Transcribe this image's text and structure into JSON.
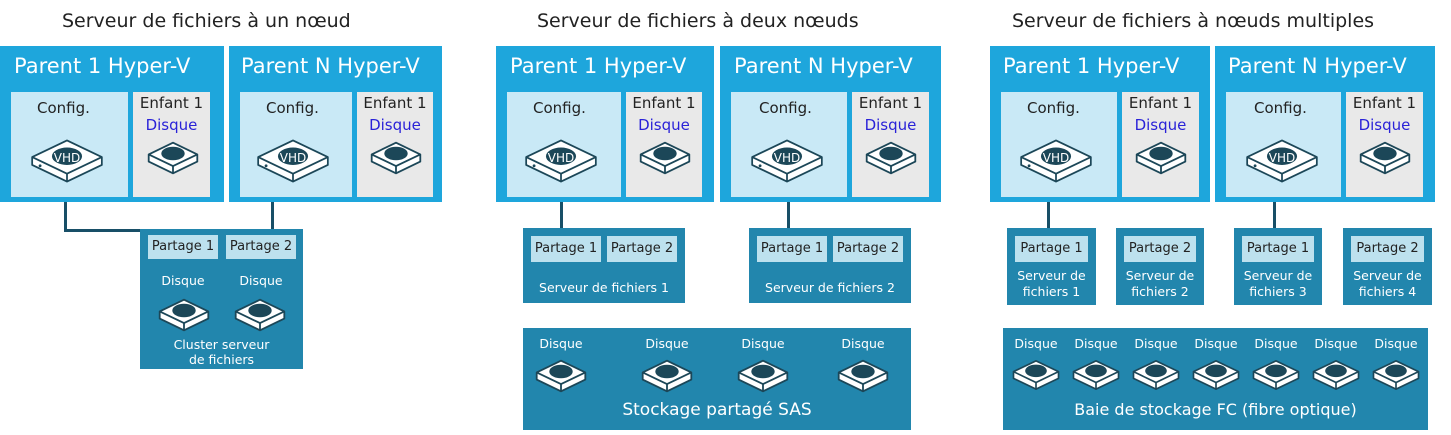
{
  "titles": [
    "Serveur de fichiers à un nœud",
    "Serveur de fichiers à deux nœuds",
    "Serveur de fichiers à nœuds multiples"
  ],
  "parent_1": "Parent 1 Hyper-V",
  "parent_n": "Parent N Hyper-V",
  "config": "Config.",
  "vhd": "VHD",
  "child_1": "Enfant 1",
  "disk": "Disque",
  "share_1": "Partage 1",
  "share_2": "Partage 2",
  "single": {
    "cluster_line1": "Cluster serveur",
    "cluster_line2": "de fichiers"
  },
  "dual": {
    "fs1": "Serveur de fichiers 1",
    "fs2": "Serveur de fichiers 2",
    "storage": "Stockage partagé SAS"
  },
  "multi": {
    "fs_line1": "Serveur de",
    "fs1": "fichiers 1",
    "fs2": "fichiers 2",
    "fs3": "fichiers 3",
    "fs4": "fichiers 4",
    "storage": "Baie de stockage FC (fibre optique)"
  }
}
